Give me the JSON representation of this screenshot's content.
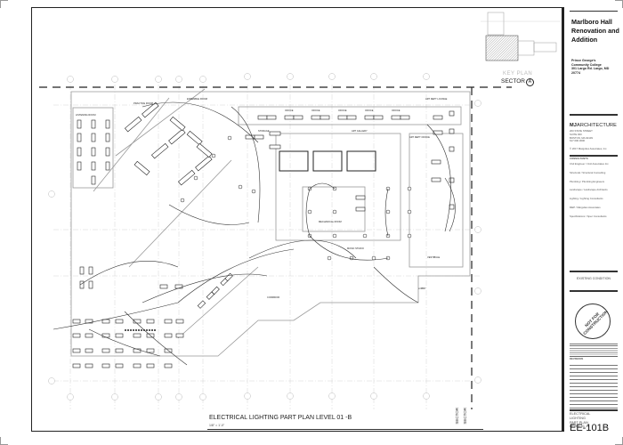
{
  "title_block": {
    "project_name": "Marlboro Hall Renovation and Addition",
    "client": [
      "Prince George's",
      "Community College",
      "301 Largo Rd. Largo, MD",
      "20774"
    ],
    "key_plan_label": "KEY PLAN",
    "architect": {
      "logo": "MJ",
      "name": "ARCHITECTURE",
      "address_lines": [
        "200 STATE STREET",
        "SUITE 000",
        "BOSTON, MA 02109",
        "617.000.0000"
      ],
      "copyright": "© 2017 Margulies Associates, Inc."
    },
    "consultants_heading": "CONSULTANTS",
    "consultant_blocks": [
      "Civil Engineer / Civil Associates Inc.",
      "Structural / Structural Consulting",
      "Plumbing / Plumbing Engineers",
      "Landscape / Landscape Architects",
      "Lighting / Lighting Consultants",
      "MEP / Margulies Associates",
      "Specifications / Spec Consultants"
    ],
    "existing_condition": "EXISTING CONDITION",
    "stamp_text": "NOT FOR CONSTRUCTION",
    "revisions_heading": "REVISIONS",
    "sheet_title": [
      "ELECTRICAL",
      "LIGHTING",
      "PART PLAN",
      "LEVEL 01 -B"
    ],
    "sheet_number": "EE-101B"
  },
  "drawing": {
    "title": "ELECTRICAL LIGHTING  PART PLAN LEVEL 01 -B",
    "scale": "1/8\" = 1'-0\"",
    "sector_top": "SECTOR",
    "sector_top_letter": "A",
    "sector_bottom": [
      "SECTOR",
      "SECTOR"
    ],
    "grid_columns": [
      "1",
      "2",
      "3",
      "4",
      "5",
      "6",
      "7",
      "8",
      "9",
      "10"
    ],
    "grid_rows": [
      "A",
      "B",
      "C",
      "D",
      "E",
      "F"
    ],
    "room_labels": [
      "LISTENING ROOM",
      "PRACTICE ROOM",
      "ENSEMBLE ROOM",
      "STORAGE",
      "OFFICE",
      "OFFICE",
      "OFFICE",
      "OFFICE",
      "OFFICE",
      "OFFICE",
      "ART DEPT LOUNGE",
      "ART GALLERY",
      "ART DEPT OFFICE",
      "MECHANICAL ROOM",
      "MUSIC STUDIO",
      "CORRIDOR",
      "VESTIBULE",
      "LOBBY"
    ]
  },
  "colors": {
    "linework": "#222222",
    "grid": "#bbbbbb",
    "hatch": "#888888",
    "background": "#ffffff"
  }
}
